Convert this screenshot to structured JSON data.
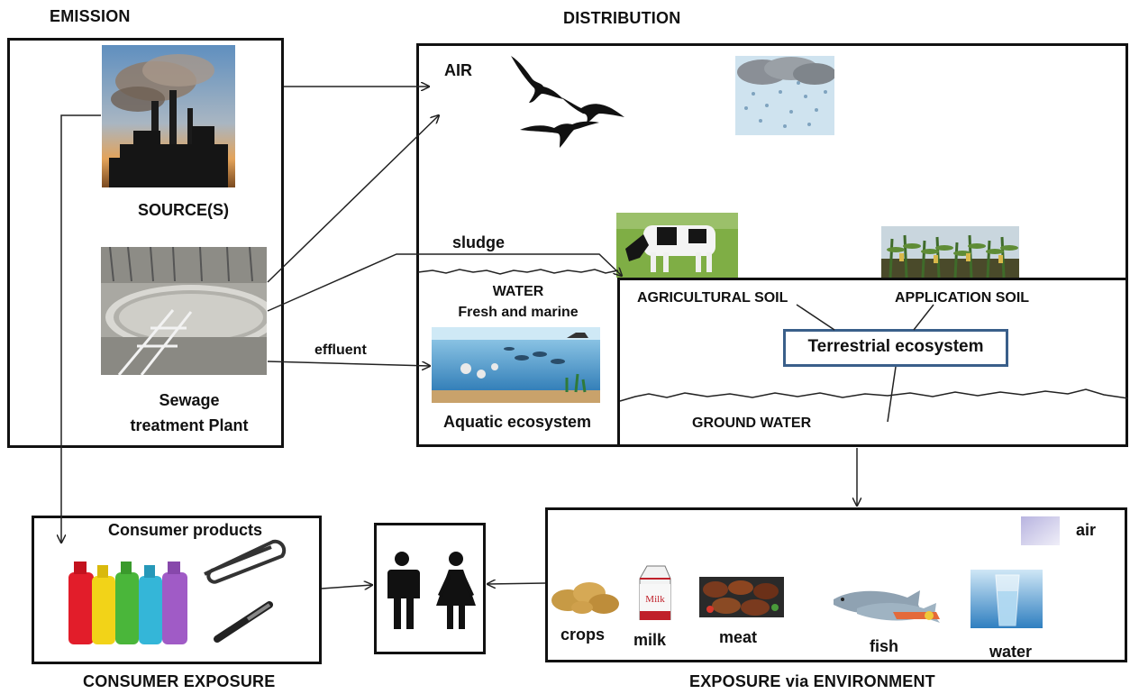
{
  "headers": {
    "emission": "EMISSION",
    "distribution": "DISTRIBUTION",
    "consumer_exposure": "CONSUMER EXPOSURE",
    "environment_exposure": "EXPOSURE via ENVIRONMENT"
  },
  "emission": {
    "source_label": "SOURCE(S)",
    "stp_label_line1": "Sewage",
    "stp_label_line2": "treatment Plant"
  },
  "distribution": {
    "air": "AIR",
    "sludge": "sludge",
    "water_line1": "WATER",
    "water_line2": "Fresh and marine",
    "effluent": "effluent",
    "aquatic": "Aquatic ecosystem",
    "agricultural_soil": "AGRICULTURAL SOIL",
    "application_soil": "APPLICATION SOIL",
    "terrestrial": "Terrestrial ecosystem",
    "ground_water": "GROUND WATER"
  },
  "consumer": {
    "products": "Consumer products"
  },
  "environment_exposure": {
    "air": "air",
    "crops": "crops",
    "milk": "milk",
    "milk_carton_text": "Milk",
    "meat": "meat",
    "fish": "fish",
    "water": "water"
  },
  "icons": [
    "factory-icon",
    "sewage-plant-icon",
    "birds-icon",
    "rain-cloud-icon",
    "cow-icon",
    "crop-field-icon",
    "aquatic-scene-icon",
    "bottles-icon",
    "paperclip-icon",
    "pen-icon",
    "man-icon",
    "woman-icon",
    "potatoes-icon",
    "milk-carton-icon",
    "meat-icon",
    "fish-icon",
    "water-glass-icon",
    "air-swatch-icon"
  ]
}
